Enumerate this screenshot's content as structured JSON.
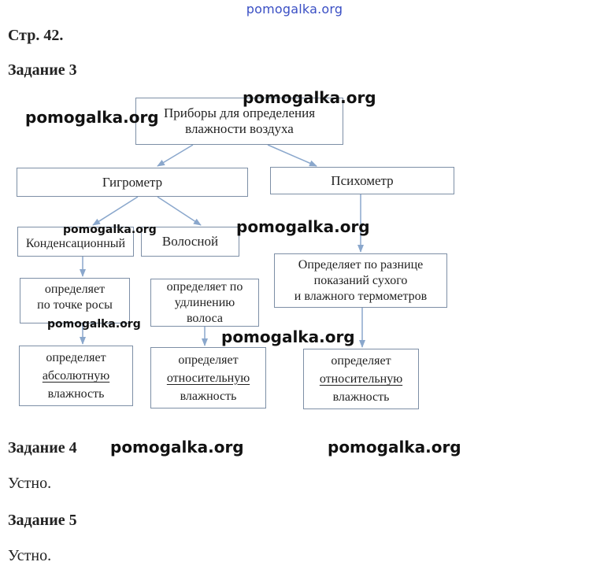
{
  "watermark_top": "pomogalka.org",
  "page_ref": "Стр. 42.",
  "task3": {
    "title": "Задание 3"
  },
  "diagram": {
    "root": [
      "Приборы для определения",
      "влажности воздуха"
    ],
    "hygrometer": "Гигрометр",
    "psychrometer": "Психометр",
    "condensation": "Конденсационный",
    "hair": "Волосной",
    "cond_desc": [
      "определяет",
      "по точке росы"
    ],
    "hair_desc": [
      "определяет по",
      "удлинению",
      "волоса"
    ],
    "psy_desc": [
      "Определяет по разнице",
      "показаний сухого",
      "и влажного термометров"
    ],
    "cond_result": [
      "определяет",
      "абсолютную",
      "влажность"
    ],
    "hair_result": [
      "определяет",
      "относительную",
      "влажность"
    ],
    "psy_result": [
      "определяет",
      "относительную",
      "влажность"
    ]
  },
  "watermarks": [
    "pomogalka.org",
    "pomogalka.org",
    "pomogalka.org",
    "pomogalka.org",
    "pomogalka.org",
    "pomogalka.org",
    "pomogalka.org",
    "pomogalka.org"
  ],
  "task4": {
    "title": "Задание 4",
    "answer": "Устно."
  },
  "task5": {
    "title": "Задание 5",
    "answer": "Устно."
  },
  "colors": {
    "box_border": "#7d8fa6",
    "arrow": "#8aa7cc",
    "watermark_top": "#3a4fc4"
  }
}
